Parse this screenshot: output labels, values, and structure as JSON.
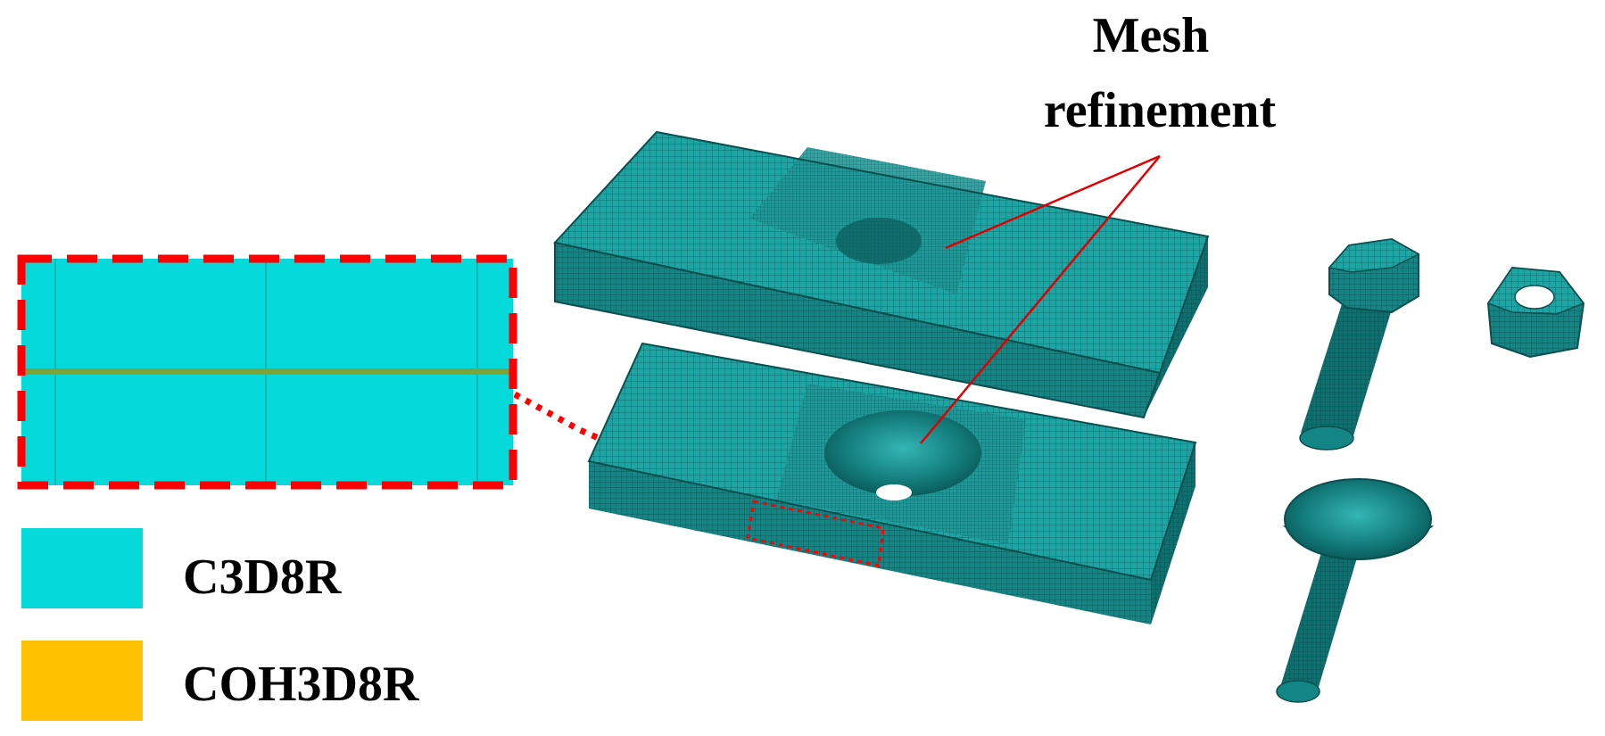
{
  "annotation": {
    "line1": "Mesh",
    "line2": "refinement"
  },
  "legend": [
    {
      "label": "C3D8R",
      "color": "#06D9D9"
    },
    {
      "label": "COH3D8R",
      "color": "#FFC000"
    }
  ],
  "colors": {
    "mesh_top": "#1FA4A4",
    "mesh_front": "#148585",
    "mesh_side": "#0F6E6E",
    "mesh_line": "#0A4F4F",
    "inset_fill": "#06D9D9",
    "cohesive_line": "#7AA33A",
    "highlight_red": "#FF0000",
    "annotation_red": "#E00000"
  },
  "icons": [
    "dashed-red-frame",
    "dotted-red-leader",
    "hex-bolt-head",
    "hex-nut",
    "countersunk-bolt"
  ]
}
